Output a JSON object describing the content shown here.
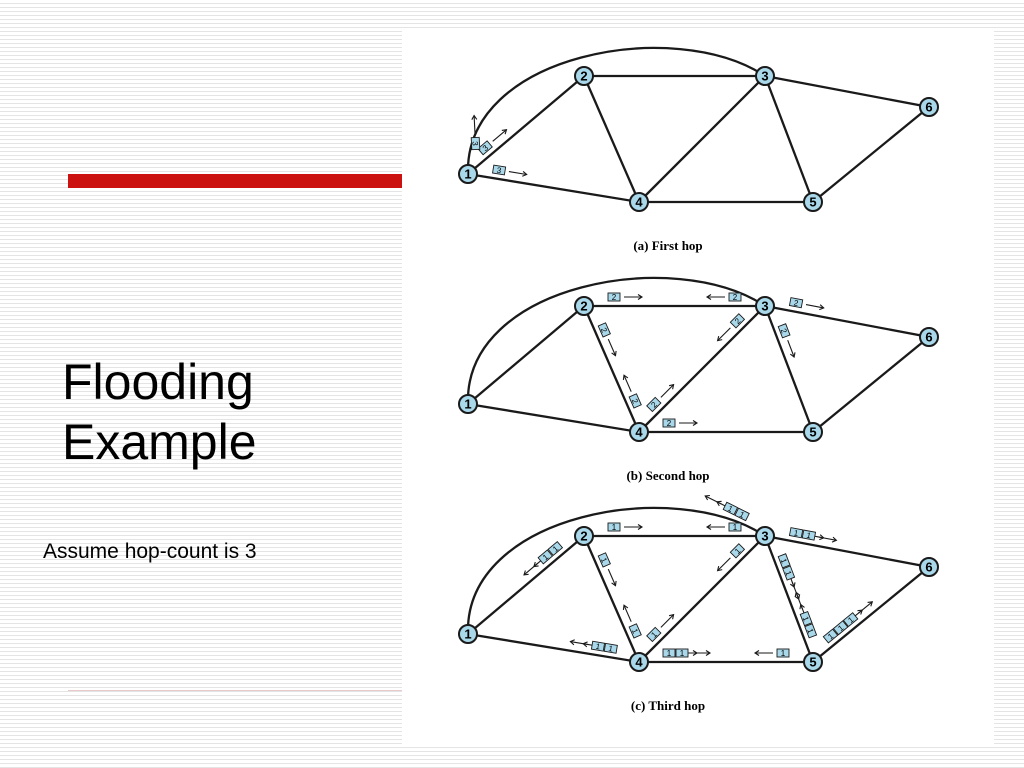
{
  "slide": {
    "title_line1": "Flooding",
    "title_line2": "Example",
    "subtitle": "Assume hop-count is 3"
  },
  "colors": {
    "accent": "#cc1111",
    "node_fill": "#a9d8ea",
    "packet_fill": "#a9d8ea"
  },
  "diagram": {
    "nodes": [
      "1",
      "2",
      "3",
      "4",
      "5",
      "6"
    ],
    "edges": [
      [
        "1",
        "2"
      ],
      [
        "1",
        "3"
      ],
      [
        "1",
        "4"
      ],
      [
        "2",
        "3"
      ],
      [
        "2",
        "4"
      ],
      [
        "3",
        "4"
      ],
      [
        "3",
        "5"
      ],
      [
        "3",
        "6"
      ],
      [
        "4",
        "5"
      ],
      [
        "5",
        "6"
      ]
    ],
    "panels": [
      {
        "caption": "(a) First hop",
        "packets": [
          {
            "from": "1",
            "to": "2",
            "label": "3"
          },
          {
            "from": "1",
            "to": "3",
            "label": "3"
          },
          {
            "from": "1",
            "to": "4",
            "label": "3"
          }
        ]
      },
      {
        "caption": "(b) Second hop",
        "packets": [
          {
            "from": "2",
            "to": "3",
            "label": "2"
          },
          {
            "from": "2",
            "to": "4",
            "label": "2"
          },
          {
            "from": "3",
            "to": "2",
            "label": "2"
          },
          {
            "from": "3",
            "to": "4",
            "label": "2"
          },
          {
            "from": "3",
            "to": "5",
            "label": "2"
          },
          {
            "from": "3",
            "to": "6",
            "label": "2"
          },
          {
            "from": "4",
            "to": "2",
            "label": "2"
          },
          {
            "from": "4",
            "to": "3",
            "label": "2"
          },
          {
            "from": "4",
            "to": "5",
            "label": "2"
          }
        ]
      },
      {
        "caption": "(c) Third hop",
        "packets": [
          {
            "from": "2",
            "to": "1",
            "label": "1"
          },
          {
            "from": "2",
            "to": "1",
            "label": "1"
          },
          {
            "from": "2",
            "to": "3",
            "label": "1"
          },
          {
            "from": "2",
            "to": "4",
            "label": "1"
          },
          {
            "from": "3",
            "to": "2",
            "label": "1"
          },
          {
            "from": "3",
            "to": "1",
            "label": "1"
          },
          {
            "from": "3",
            "to": "1",
            "label": "1"
          },
          {
            "from": "3",
            "to": "4",
            "label": "1"
          },
          {
            "from": "3",
            "to": "5",
            "label": "1"
          },
          {
            "from": "3",
            "to": "5",
            "label": "1"
          },
          {
            "from": "3",
            "to": "6",
            "label": "1"
          },
          {
            "from": "3",
            "to": "6",
            "label": "1"
          },
          {
            "from": "4",
            "to": "1",
            "label": "1"
          },
          {
            "from": "4",
            "to": "1",
            "label": "1"
          },
          {
            "from": "4",
            "to": "2",
            "label": "1"
          },
          {
            "from": "4",
            "to": "3",
            "label": "1"
          },
          {
            "from": "4",
            "to": "5",
            "label": "1"
          },
          {
            "from": "4",
            "to": "5",
            "label": "1"
          },
          {
            "from": "5",
            "to": "4",
            "label": "1"
          },
          {
            "from": "5",
            "to": "3",
            "label": "1"
          },
          {
            "from": "5",
            "to": "3",
            "label": "1"
          },
          {
            "from": "5",
            "to": "6",
            "label": "1"
          },
          {
            "from": "5",
            "to": "6",
            "label": "1"
          },
          {
            "from": "5",
            "to": "6",
            "label": "1"
          }
        ]
      }
    ]
  }
}
